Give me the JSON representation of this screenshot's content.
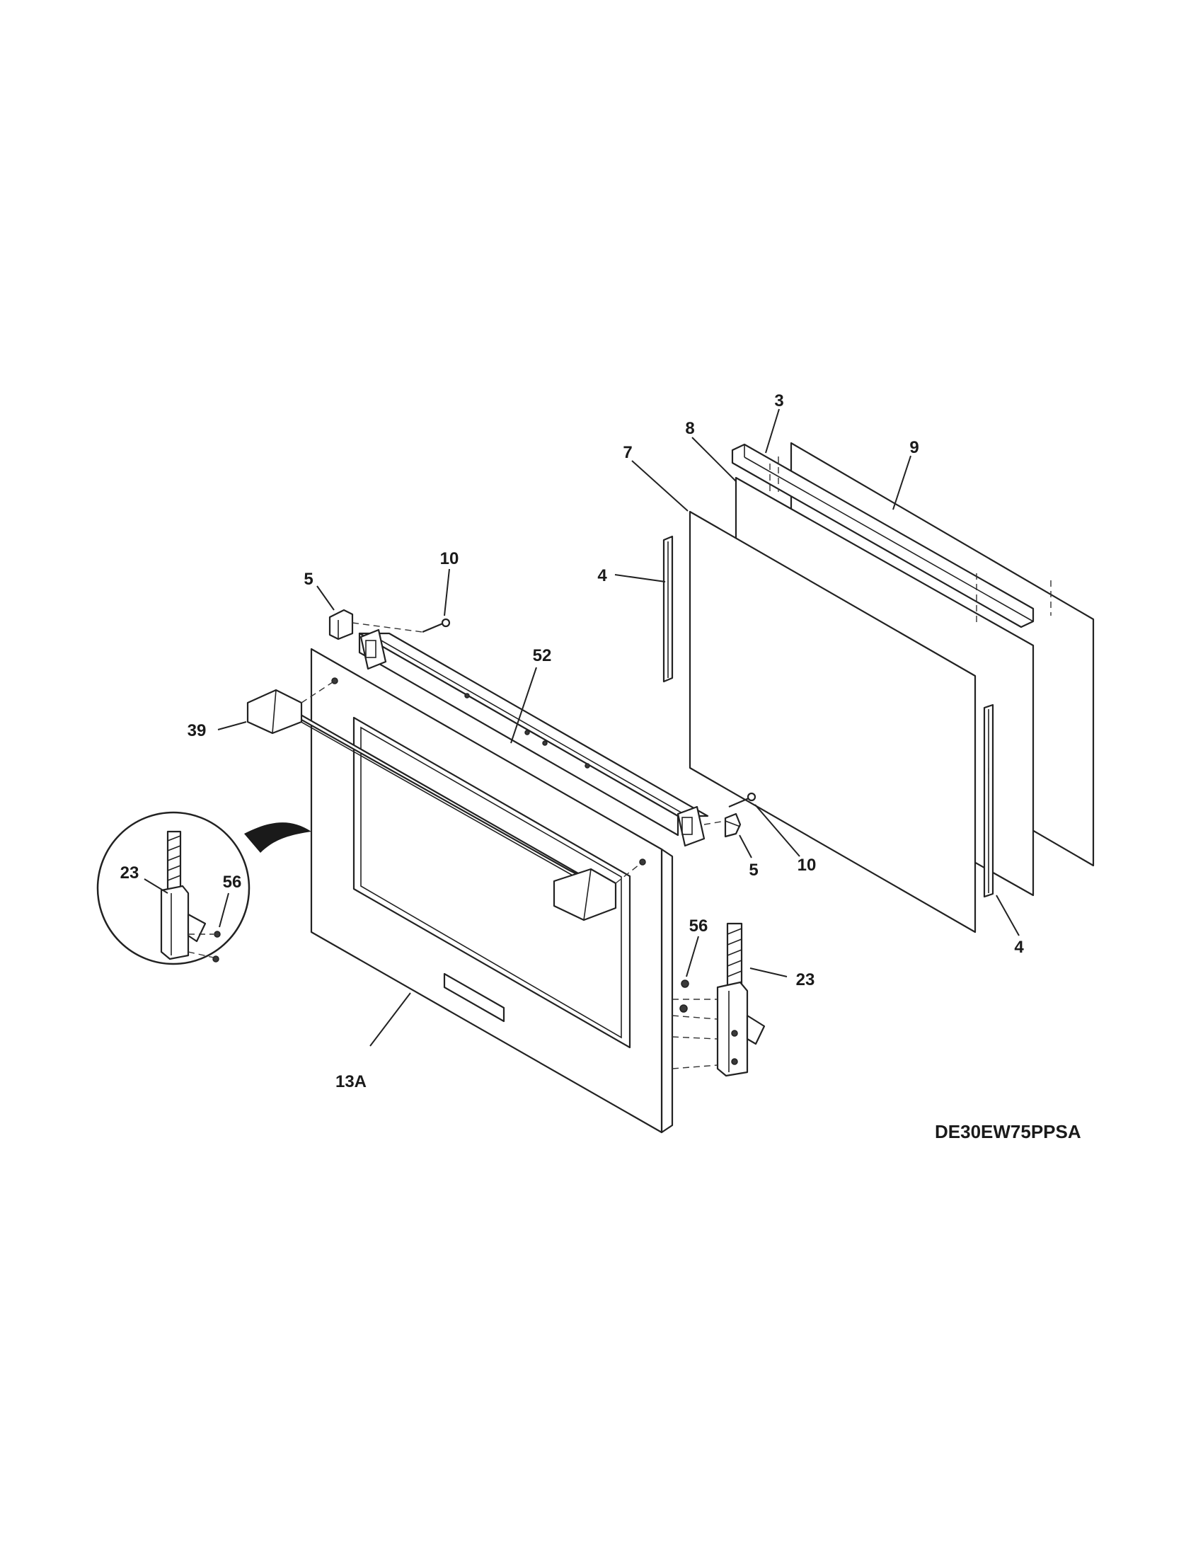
{
  "model_number": "DE30EW75PPSA",
  "callouts": {
    "c3": "3",
    "c8": "8",
    "c9": "9",
    "c7": "7",
    "c4a": "4",
    "c4b": "4",
    "c10a": "10",
    "c10b": "10",
    "c5a": "5",
    "c5b": "5",
    "c52": "52",
    "c39": "39",
    "c23a": "23",
    "c23b": "23",
    "c56a": "56",
    "c56b": "56",
    "c13a": "13A"
  }
}
